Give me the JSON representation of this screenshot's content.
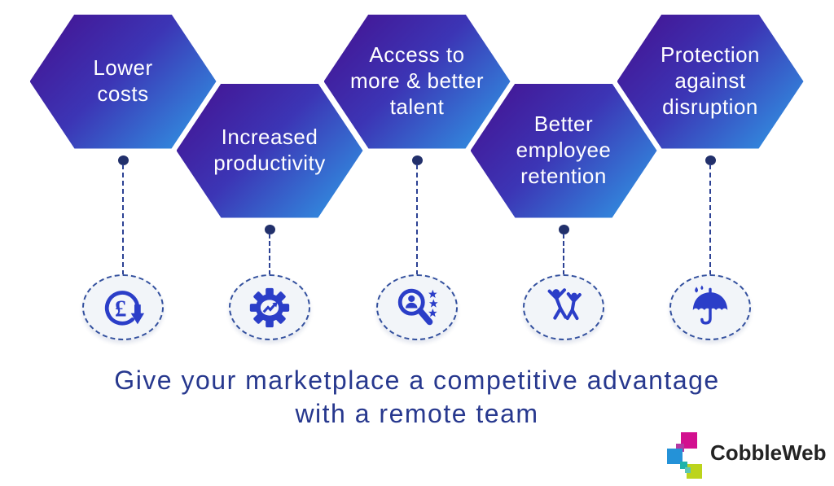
{
  "hexagons": [
    {
      "label": "Lower\ncosts"
    },
    {
      "label": "Increased\nproductivity"
    },
    {
      "label": "Access to\nmore & better\ntalent"
    },
    {
      "label": "Better\nemployee\nretention"
    },
    {
      "label": "Protection\nagainst\ndisruption"
    }
  ],
  "icons": [
    {
      "name": "pound-cost-reduction-icon",
      "meaning": "pound sign in circular arrow with down arrow"
    },
    {
      "name": "gear-productivity-icon",
      "meaning": "gear with rising trend arrow"
    },
    {
      "name": "talent-search-icon",
      "meaning": "magnifying glass over person with three stars"
    },
    {
      "name": "employee-retention-icon",
      "meaning": "two people celebrating"
    },
    {
      "name": "umbrella-protection-icon",
      "meaning": "umbrella with rain drops"
    }
  ],
  "title": {
    "text": "Give your marketplace a competitive advantage\nwith a remote team"
  },
  "logo": {
    "text": "CobbleWeb"
  },
  "colors": {
    "hex_gradient_start": "#45108f",
    "hex_gradient_mid": "#3c35b5",
    "hex_gradient_end": "#2f9fe8",
    "hex_label_text": "#ffffff",
    "icon_blue": "#2b3ec8",
    "dashed_border": "#33509e",
    "connector_dot": "#22306b",
    "title_text": "#27388e",
    "logo_magenta": "#d2108f",
    "logo_blue": "#2492d8",
    "logo_teal": "#1fb3ab",
    "logo_green": "#bcd41c",
    "logo_text": "#232323"
  }
}
